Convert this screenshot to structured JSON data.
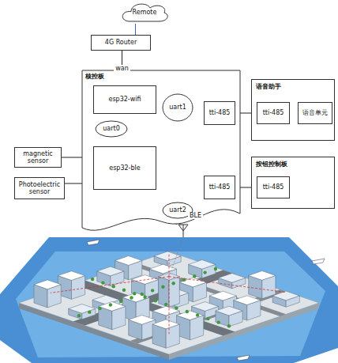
{
  "diagram": {
    "nodes": [
      {
        "text": [
          "Remote"
        ]
      },
      {
        "text": [
          "4G Router"
        ]
      },
      {
        "text": [
          "核控板"
        ]
      },
      {
        "text": [
          "esp32-wifi"
        ],
        "in": 2
      },
      {
        "text": [
          "uart0"
        ],
        "in": 2
      },
      {
        "text": [
          "esp32-ble"
        ],
        "in": 2
      },
      {
        "text": [
          "uart1"
        ],
        "in": 2
      },
      {
        "text": [
          "tti-485"
        ],
        "in": 2
      },
      {
        "text": [
          "uart2"
        ],
        "in": 2
      },
      {
        "text": [
          "tti-485"
        ],
        "in": 2
      },
      {
        "text": [
          "语音助手"
        ]
      },
      {
        "text": [
          "tti-485"
        ],
        "in": 10
      },
      {
        "text": [
          "语音单元"
        ],
        "in": 10
      },
      {
        "text": [
          "按钮控制板"
        ]
      },
      {
        "text": [
          "tti-485"
        ],
        "in": 13
      },
      {
        "text": [
          "magnetic sensor"
        ]
      },
      {
        "text": [
          "Photoelectric sensor"
        ]
      }
    ],
    "edges": [
      {
        "from": 0,
        "to": 1,
        "arrow": "none"
      },
      {
        "from": 1,
        "to": 3,
        "label": "wan",
        "arrow": "none"
      },
      {
        "from": 3,
        "to": 5,
        "arrow": "both"
      },
      {
        "from": 5,
        "to": 7,
        "arrow": "both"
      },
      {
        "from": 5,
        "to": 9,
        "arrow": "both"
      },
      {
        "from": 7,
        "to": 11,
        "arrow": "both"
      },
      {
        "from": 9,
        "to": 14,
        "arrow": "both"
      },
      {
        "from": 11,
        "to": 12,
        "arrow": "to"
      },
      {
        "from": 15,
        "to": 5,
        "arrow": "to"
      },
      {
        "from": 16,
        "to": 5,
        "arrow": "to"
      }
    ],
    "labels": [
      "BLE"
    ]
  }
}
